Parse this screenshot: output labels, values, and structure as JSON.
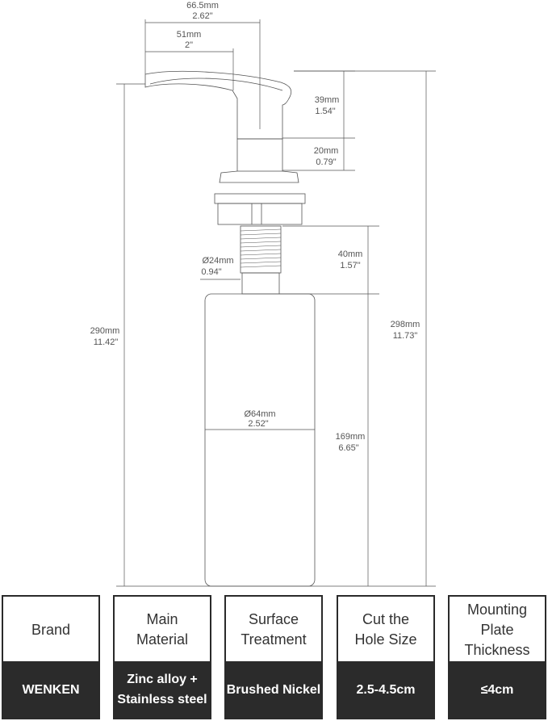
{
  "dimensions": {
    "spout_total_width": {
      "mm": "66.5mm",
      "inch": "2.62\""
    },
    "spout_reach": {
      "mm": "51mm",
      "inch": "2\""
    },
    "spout_height": {
      "mm": "39mm",
      "inch": "1.54\""
    },
    "collar_height": {
      "mm": "20mm",
      "inch": "0.79\""
    },
    "shank_diameter": {
      "mm": "Ø24mm",
      "inch": "0.94\""
    },
    "shank_length": {
      "mm": "40mm",
      "inch": "1.57\""
    },
    "bottle_diameter": {
      "mm": "Ø64mm",
      "inch": "2.52\""
    },
    "bottle_height": {
      "mm": "169mm",
      "inch": "6.65\""
    },
    "overall_height_left": {
      "mm": "290mm",
      "inch": "11.42\""
    },
    "overall_height_right": {
      "mm": "298mm",
      "inch": "11.73\""
    }
  },
  "specs": [
    {
      "label": "Brand",
      "value": "WENKEN"
    },
    {
      "label": "Main\nMaterial",
      "value": "Zinc alloy  +\nStainless steel"
    },
    {
      "label": "Surface\nTreatment",
      "value": "Brushed Nickel"
    },
    {
      "label": "Cut the\nHole Size",
      "value": "2.5-4.5cm"
    },
    {
      "label": "Mounting\nPlate\nThickness",
      "value": "≤4cm"
    }
  ]
}
